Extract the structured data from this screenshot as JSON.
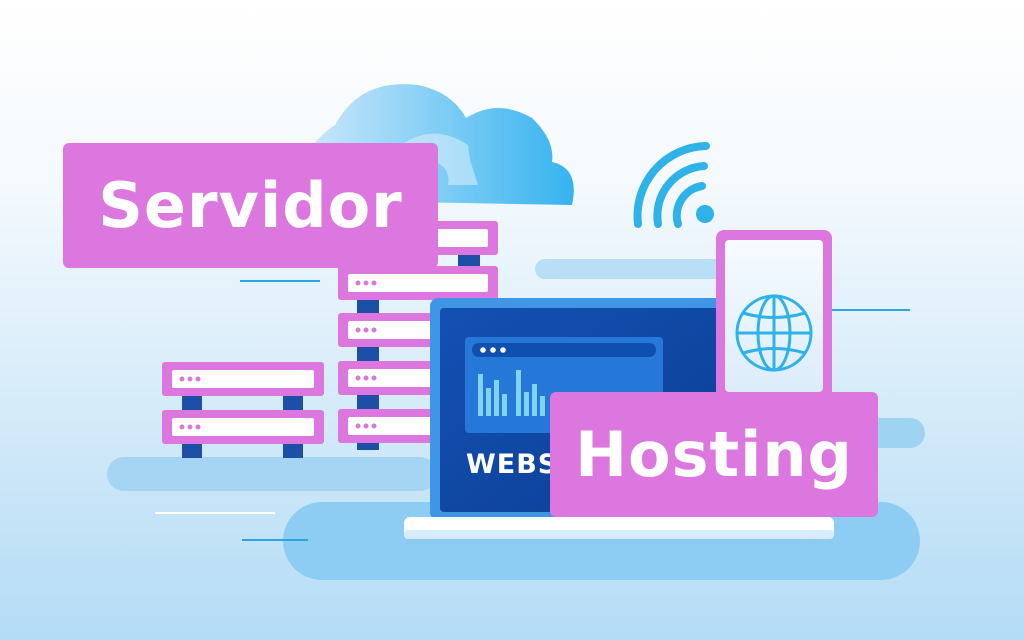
{
  "labels": {
    "servidor": "Servidor",
    "hosting": "Hosting",
    "website": "WEBS"
  },
  "icons": [
    "cloud-icon",
    "wifi-icon",
    "globe-icon",
    "server-rack-icon",
    "laptop-icon",
    "phone-icon",
    "bar-chart-icon"
  ],
  "colors": {
    "label_pink": "#dc77df",
    "laptop_blue": "#0e4fb0",
    "screen_blue": "#1a66d1",
    "accent_cyan": "#2fb2e8",
    "cloud_light": "#8fd0f5"
  }
}
